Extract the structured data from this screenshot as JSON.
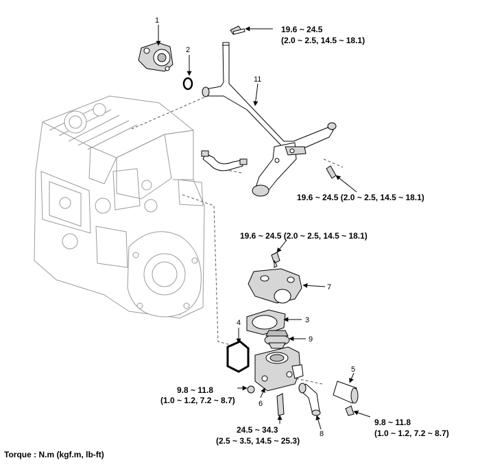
{
  "callouts": {
    "c1": "1",
    "c2": "2",
    "c3": "3",
    "c4": "4",
    "c5": "5",
    "c6": "6",
    "c7": "7",
    "c8": "8",
    "c9": "9",
    "c11": "11"
  },
  "torques": {
    "t1_line1": "19.6 ~ 24.5",
    "t1_line2": "(2.0 ~ 2.5, 14.5 ~ 18.1)",
    "t2": "19.6 ~ 24.5 (2.0 ~ 2.5, 14.5 ~ 18.1)",
    "t3": "19.6 ~ 24.5 (2.0 ~ 2.5, 14.5 ~ 18.1)",
    "t4_line1": "9.8 ~ 11.8",
    "t4_line2": "(1.0 ~ 1.2, 7.2 ~ 8.7)",
    "t5_line1": "24.5 ~ 34.3",
    "t5_line2": "(2.5 ~ 3.5, 14.5 ~ 25.3)",
    "t6_line1": "9.8 ~ 11.8",
    "t6_line2": "(1.0 ~ 1.2, 7.2 ~ 8.7)"
  },
  "legend": "Torque : N.m (kgf.m, lb-ft)"
}
